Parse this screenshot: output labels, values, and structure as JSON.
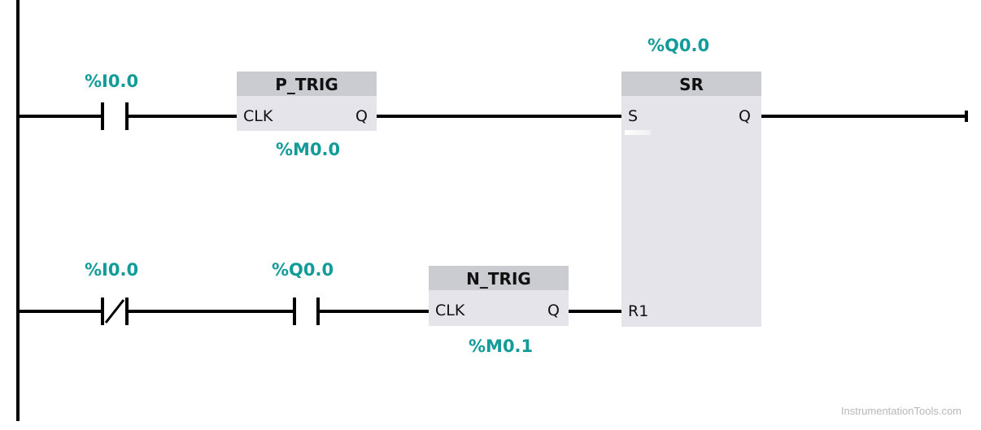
{
  "rung1": {
    "contact_tag": "%I0.0",
    "p_trig": {
      "title": "P_TRIG",
      "input_pin": "CLK",
      "output_pin": "Q",
      "memory_tag": "%M0.0"
    }
  },
  "rung2": {
    "nc_contact_tag": "%I0.0",
    "no_contact_tag": "%Q0.0",
    "n_trig": {
      "title": "N_TRIG",
      "input_pin": "CLK",
      "output_pin": "Q",
      "memory_tag": "%M0.1"
    }
  },
  "sr_block": {
    "tag": "%Q0.0",
    "title": "SR",
    "set_pin": "S",
    "reset_pin": "R1",
    "output_pin": "Q"
  },
  "watermark": "InstrumentationTools.com",
  "colors": {
    "tag_color": "#129b99",
    "block_body": "#e4e4ea",
    "block_header": "#cbcbd2",
    "wire": "#000000"
  }
}
